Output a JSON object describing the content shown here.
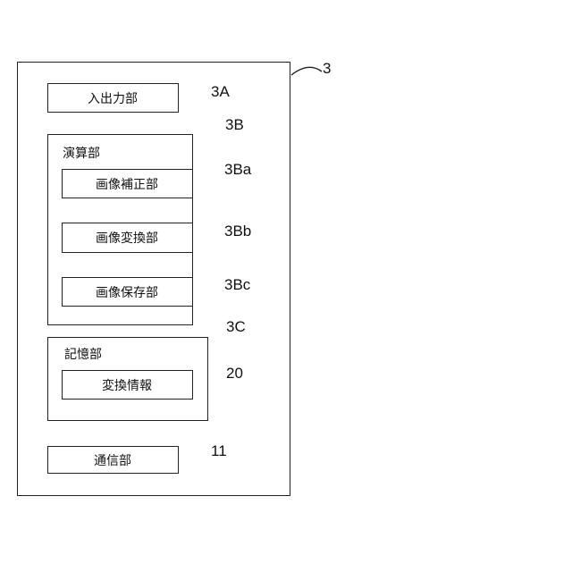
{
  "device": {
    "ref": "3"
  },
  "io_unit": {
    "label": "入出力部",
    "ref": "3A"
  },
  "compute_unit": {
    "label": "演算部",
    "ref": "3B",
    "blocks": [
      {
        "label": "画像補正部",
        "ref": "3Ba"
      },
      {
        "label": "画像変換部",
        "ref": "3Bb"
      },
      {
        "label": "画像保存部",
        "ref": "3Bc"
      }
    ]
  },
  "storage_unit": {
    "label": "記憶部",
    "ref": "3C",
    "info": {
      "label": "変換情報",
      "ref": "20"
    }
  },
  "comm_unit": {
    "label": "通信部",
    "ref": "11"
  }
}
